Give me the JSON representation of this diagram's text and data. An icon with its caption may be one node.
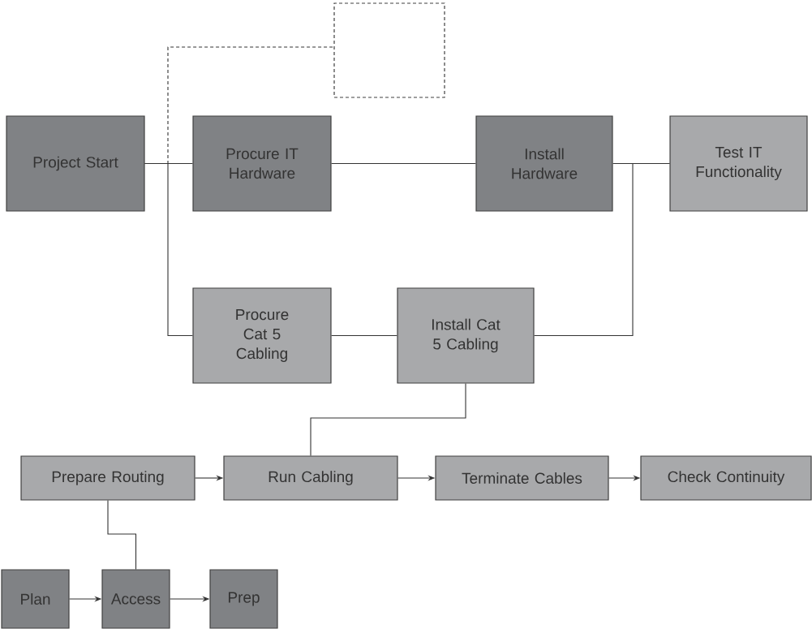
{
  "diagram": {
    "nodes": [
      {
        "text": [],
        "shape": "box"
      },
      {
        "text": [
          "Project Start"
        ]
      },
      {
        "text": [
          "Procure IT Hardware"
        ]
      },
      {
        "text": [
          "Install Hardware"
        ]
      },
      {
        "text": [
          "Test IT Functionality"
        ]
      },
      {
        "text": [
          "Procure Cat 5 Cabling"
        ]
      },
      {
        "text": [
          "Install Cat 5 Cabling"
        ]
      },
      {
        "text": [
          "Prepare Routing"
        ]
      },
      {
        "text": [
          "Run Cabling"
        ]
      },
      {
        "text": [
          "Terminate Cables"
        ]
      },
      {
        "text": [
          "Check Continuity"
        ]
      },
      {
        "text": [
          "Plan"
        ]
      },
      {
        "text": [
          "Access"
        ]
      },
      {
        "text": [
          "Prep"
        ]
      }
    ],
    "edges": [
      {
        "from": 1,
        "to": 2,
        "arrow": "none"
      },
      {
        "from": 2,
        "to": 3,
        "arrow": "none"
      },
      {
        "from": 3,
        "to": 4,
        "arrow": "none"
      },
      {
        "from": 1,
        "to": 5,
        "arrow": "none"
      },
      {
        "from": 1,
        "to": 0,
        "arrow": "none",
        "style": "dashed"
      },
      {
        "from": 5,
        "to": 6,
        "arrow": "none"
      },
      {
        "from": 6,
        "to": 4,
        "arrow": "none"
      },
      {
        "from": 6,
        "to": 8,
        "arrow": "none"
      },
      {
        "from": 7,
        "to": 8,
        "arrow": "to"
      },
      {
        "from": 8,
        "to": 9,
        "arrow": "to"
      },
      {
        "from": 9,
        "to": 10,
        "arrow": "to"
      },
      {
        "from": 7,
        "to": 12,
        "arrow": "none"
      },
      {
        "from": 11,
        "to": 12,
        "arrow": "to"
      },
      {
        "from": 12,
        "to": 13,
        "arrow": "to"
      }
    ]
  }
}
